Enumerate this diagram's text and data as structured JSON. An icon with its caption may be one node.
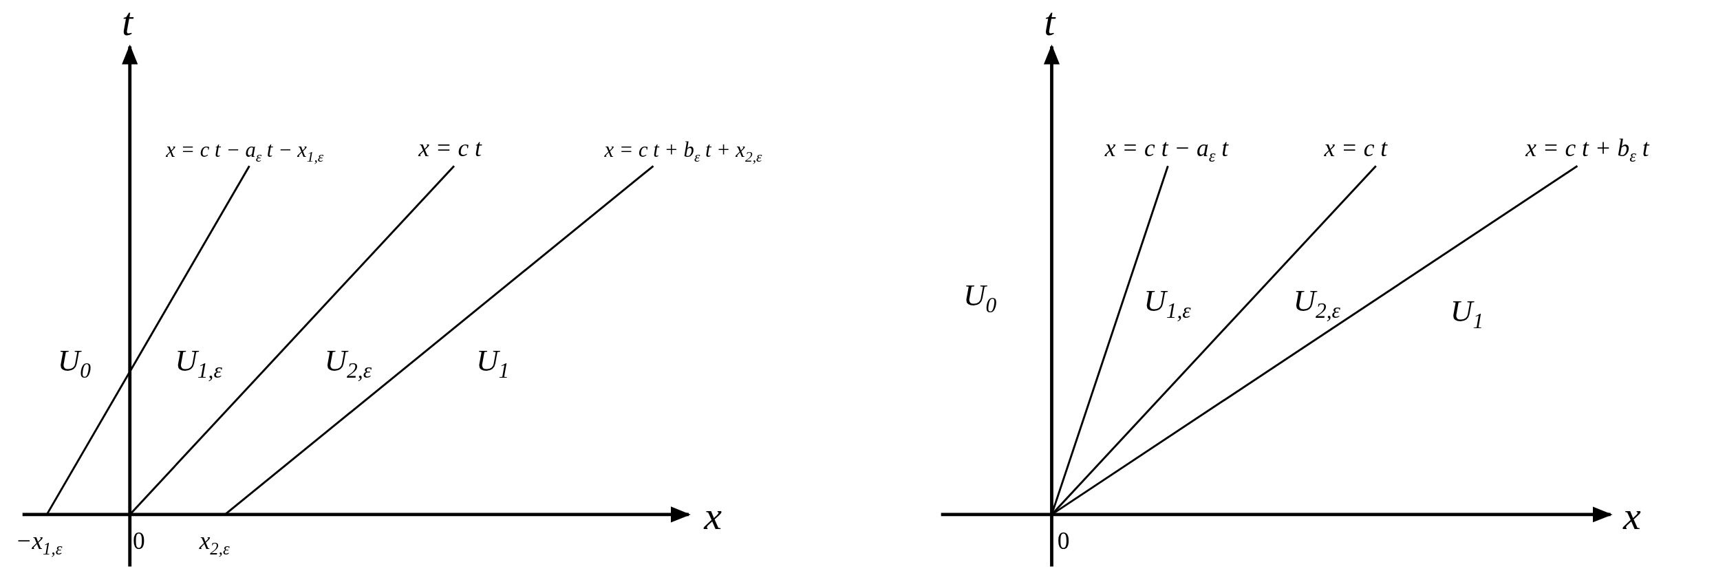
{
  "diagram": {
    "labels": [
      "t",
      "x = c t − a$_{ε}$ t − x$_{1,ε}$",
      "x = c t",
      "x = c t + b$_{ε}$ t + x$_{2,ε}$",
      "U$_{0}$",
      "U$_{1,ε}$",
      "U$_{2,ε}$",
      "U$_{1}$",
      "x",
      "−x$_{1,ε}$",
      "0",
      "x$_{2,ε}$",
      "t",
      "x = c t − a$_{ε}$ t",
      "x = c t",
      "x = c t + b$_{ε}$ t",
      "U$_{0}$",
      "U$_{1,ε}$",
      "U$_{2,ε}$",
      "U$_{1}$",
      "x",
      "0"
    ]
  }
}
